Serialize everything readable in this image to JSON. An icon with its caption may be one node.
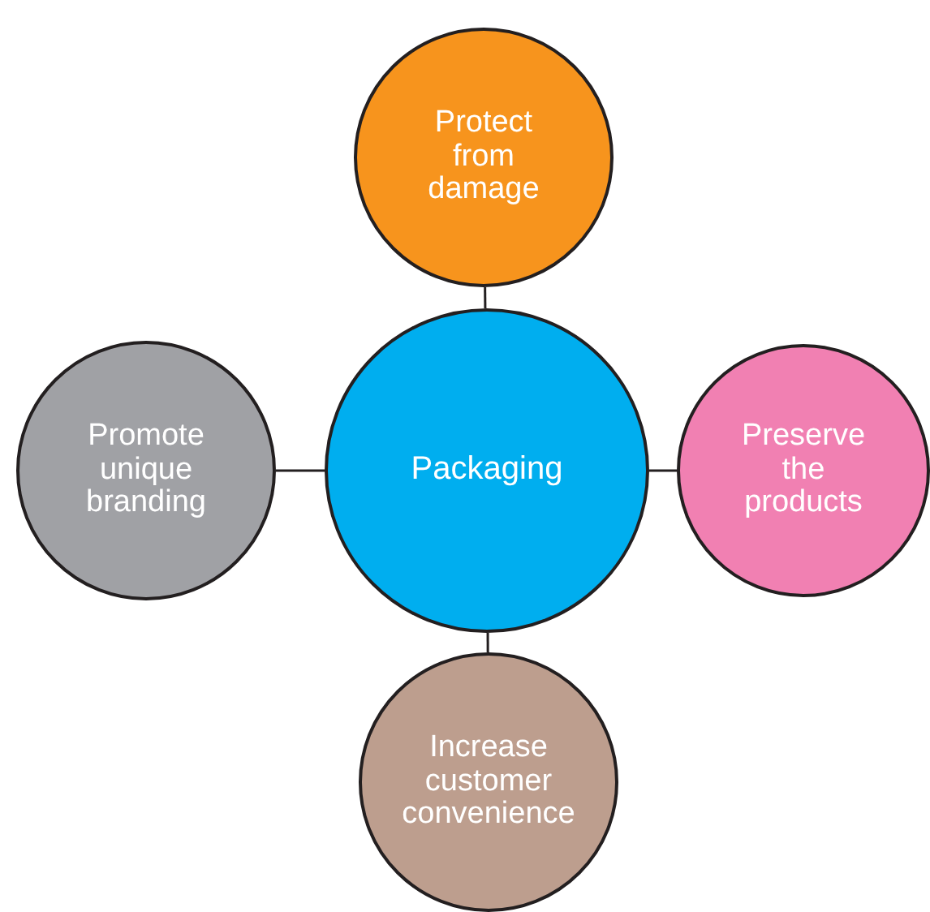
{
  "diagram": {
    "nodes": [
      {
        "text": [
          "Packaging"
        ]
      },
      {
        "text": [
          "Protect from damage"
        ]
      },
      {
        "text": [
          "Preserve the products"
        ]
      },
      {
        "text": [
          "Promote unique branding"
        ]
      },
      {
        "text": [
          "Increase customer convenience"
        ]
      }
    ],
    "edges": [
      {
        "from": 0,
        "to": 1,
        "arrow": "none"
      },
      {
        "from": 0,
        "to": 2,
        "arrow": "none"
      },
      {
        "from": 0,
        "to": 3,
        "arrow": "none"
      },
      {
        "from": 0,
        "to": 4,
        "arrow": "none"
      }
    ]
  }
}
